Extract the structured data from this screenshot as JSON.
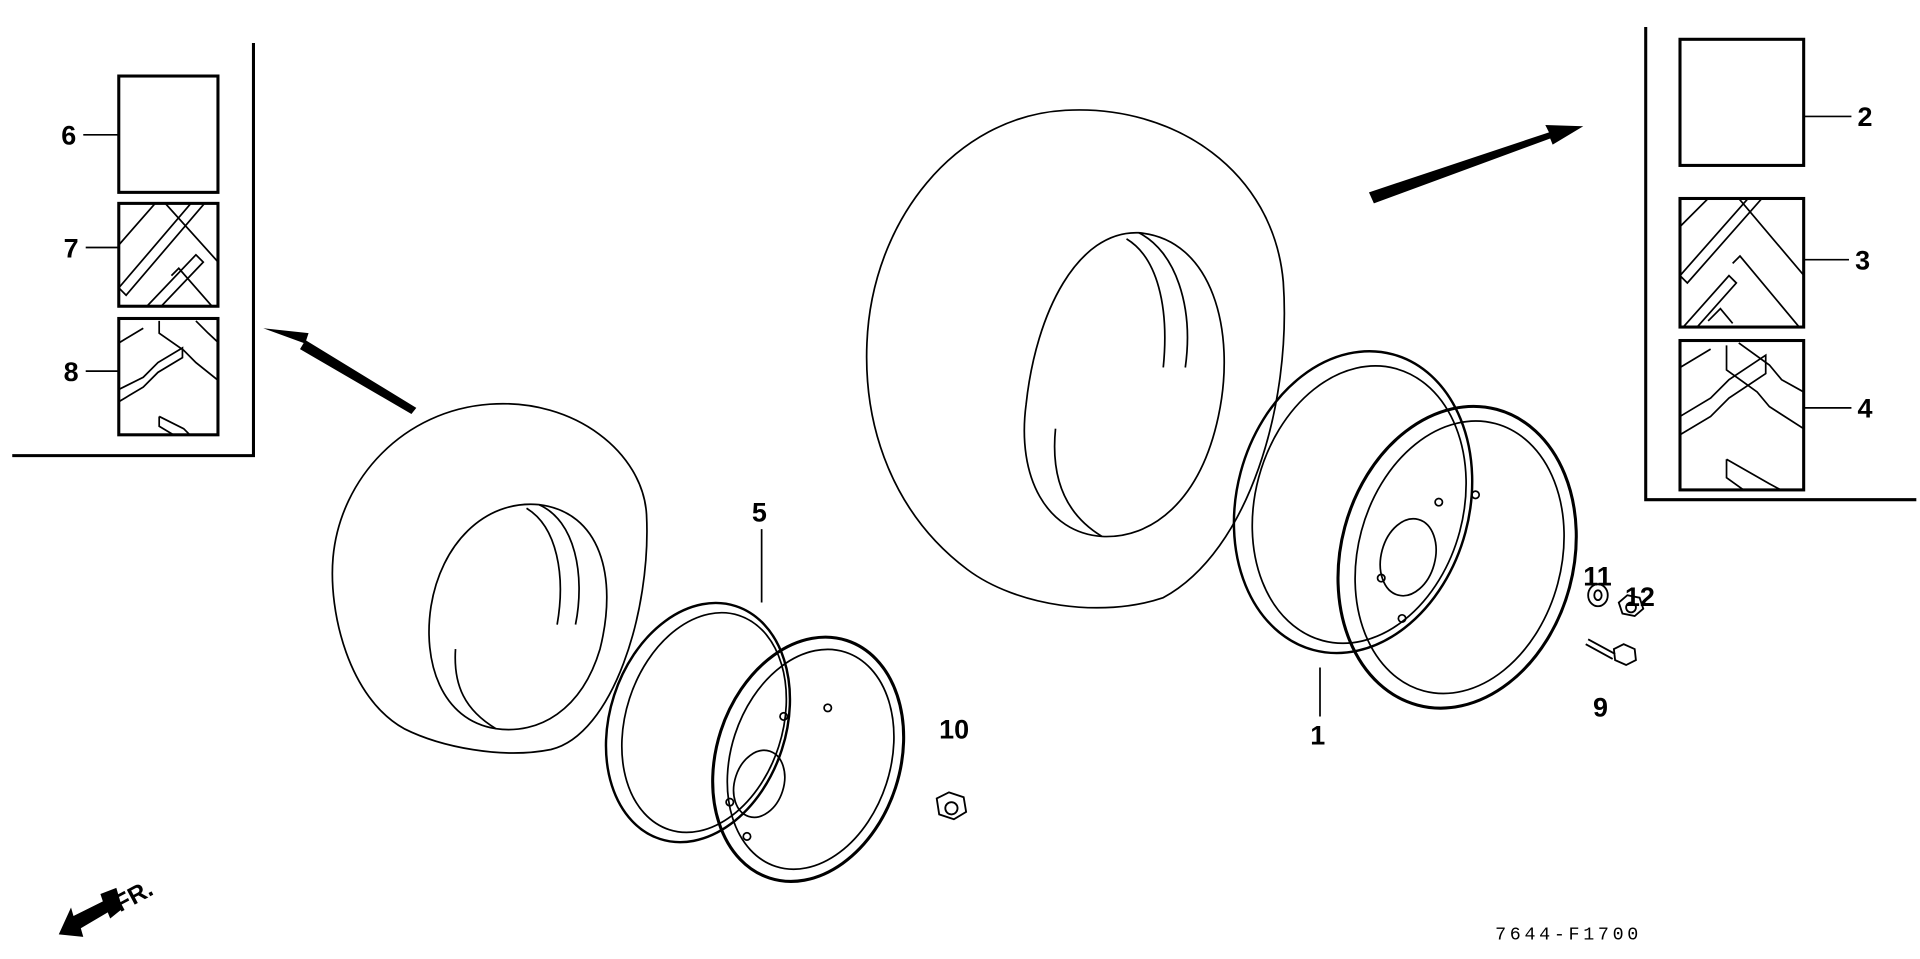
{
  "diagram": {
    "code": "7644-F1700",
    "front_indicator": "FR.",
    "colors": {
      "line": "#000000",
      "background": "#ffffff"
    }
  },
  "callouts": {
    "c1": "1",
    "c2": "2",
    "c3": "3",
    "c4": "4",
    "c5": "5",
    "c6": "6",
    "c7": "7",
    "c8": "8",
    "c9": "9",
    "c10": "10",
    "c11": "11",
    "c12": "12"
  }
}
